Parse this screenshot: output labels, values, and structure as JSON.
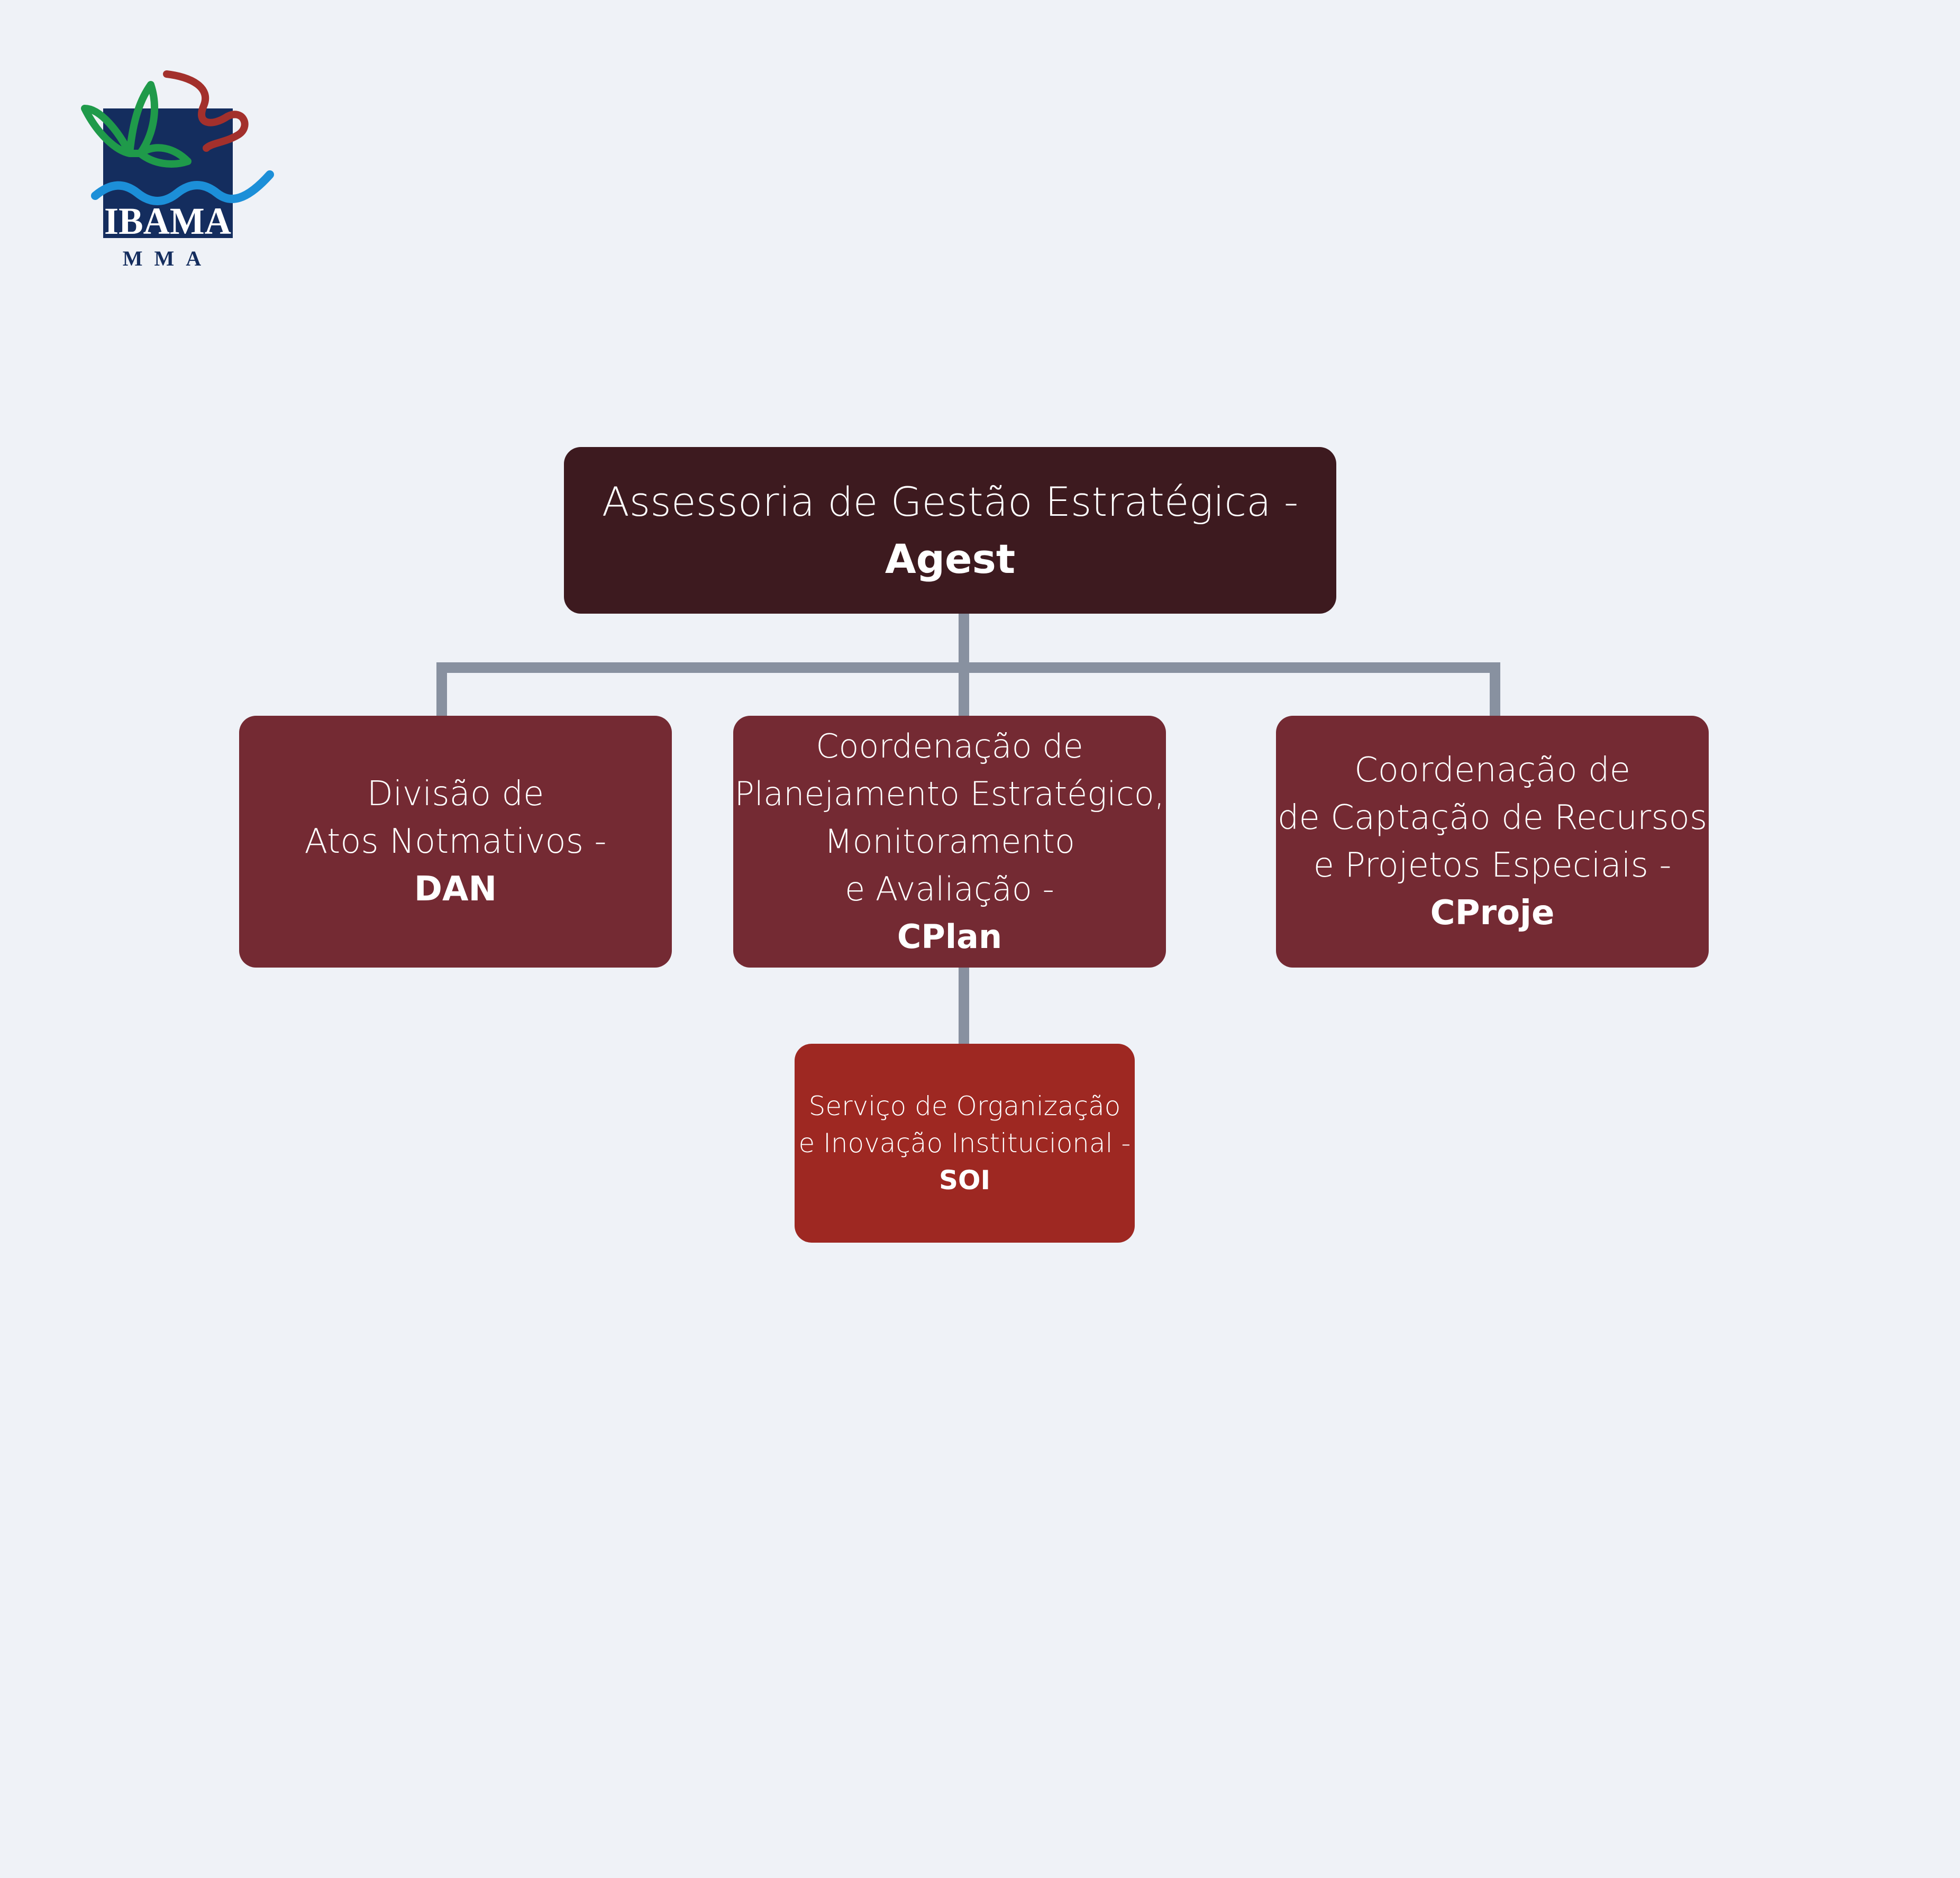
{
  "logo": {
    "name": "IBAMA",
    "subtitle": "MMA",
    "colors": {
      "square": "#142d5e",
      "leaf": "#1f9a4a",
      "ribbon": "#a3302c",
      "wave": "#1c8fd8"
    }
  },
  "org_chart": {
    "connector_color": "#8891a0",
    "root": {
      "lines": [
        "Assessoria de Gestão Estratégica -"
      ],
      "abbr": "Agest",
      "color": "#3d1a1f"
    },
    "children": [
      {
        "lines": [
          "Divisão de",
          "Atos Notmativos -"
        ],
        "abbr": "DAN",
        "color": "#742a33"
      },
      {
        "lines": [
          "Coordenação de",
          "Planejamento Estratégico,",
          "Monitoramento",
          "e Avaliação -"
        ],
        "abbr": "CPlan",
        "color": "#742a33"
      },
      {
        "lines": [
          "Coordenação de",
          "de Captação de Recursos",
          "e Projetos Especiais -"
        ],
        "abbr": "CProje",
        "color": "#742a33"
      }
    ],
    "sub_unit": {
      "parent": "CPlan",
      "lines": [
        "Serviço de Organização",
        "e Inovação Institucional -"
      ],
      "abbr": "SOI",
      "color": "#9e2822"
    }
  }
}
